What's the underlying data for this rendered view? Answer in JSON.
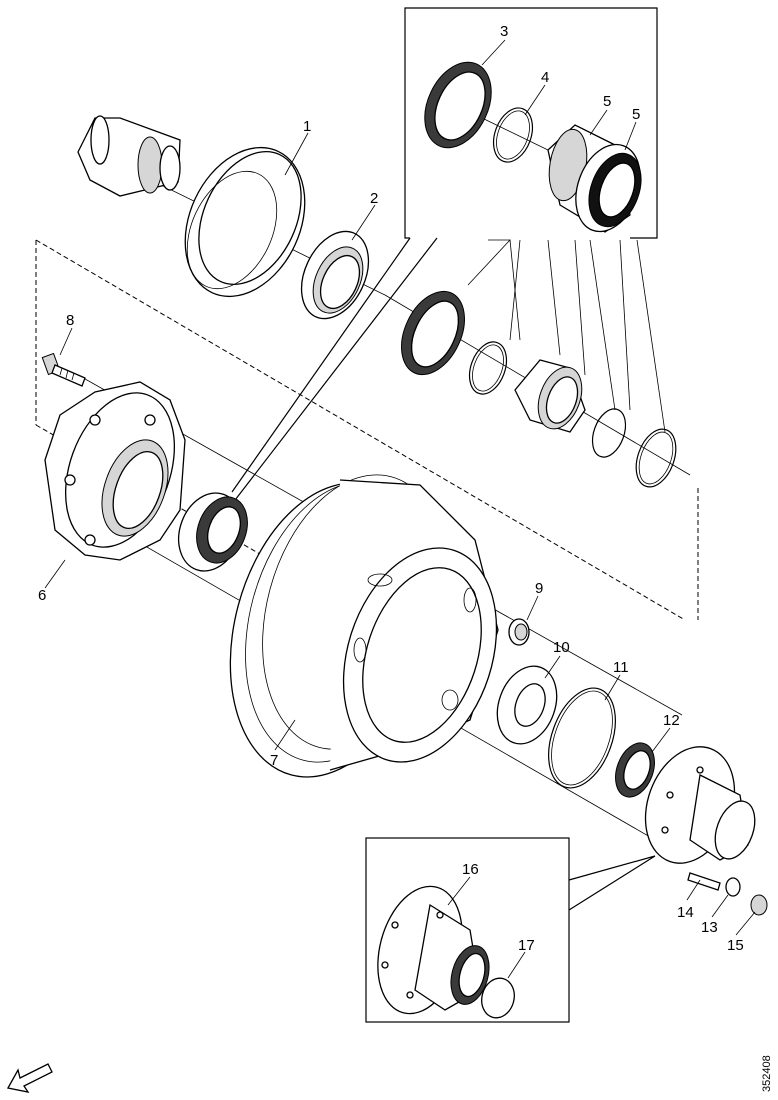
{
  "document_number": "352408",
  "callouts": {
    "c1": "1",
    "c2": "2",
    "c3": "3",
    "c4": "4",
    "c5a": "5",
    "c5b": "5",
    "c6": "6",
    "c7": "7",
    "c8": "8",
    "c9": "9",
    "c10": "10",
    "c11": "11",
    "c12": "12",
    "c13": "13",
    "c14": "14",
    "c15": "15",
    "c16": "16",
    "c17": "17"
  },
  "icons": {
    "direction": "arrow-icon"
  }
}
